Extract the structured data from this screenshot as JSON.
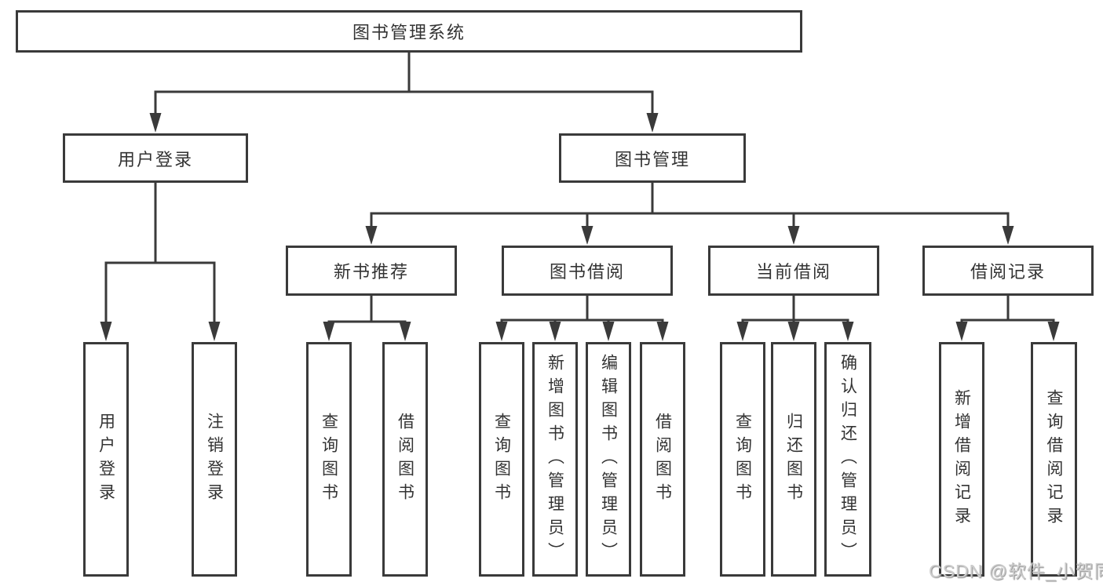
{
  "diagram": {
    "root": {
      "label": "图书管理系统"
    },
    "branches": [
      {
        "label": "用户登录",
        "children": [
          {
            "label": "用户登录"
          },
          {
            "label": "注销登录"
          }
        ]
      },
      {
        "label": "图书管理",
        "children": [
          {
            "label": "新书推荐",
            "children": [
              {
                "label": "查询图书"
              },
              {
                "label": "借阅图书"
              }
            ]
          },
          {
            "label": "图书借阅",
            "children": [
              {
                "label": "查询图书"
              },
              {
                "label": "新增图书（管理员）"
              },
              {
                "label": "编辑图书（管理员）"
              },
              {
                "label": "借阅图书"
              }
            ]
          },
          {
            "label": "当前借阅",
            "children": [
              {
                "label": "查询图书"
              },
              {
                "label": "归还图书"
              },
              {
                "label": "确认归还（管理员）"
              }
            ]
          },
          {
            "label": "借阅记录",
            "children": [
              {
                "label": "新增借阅记录"
              },
              {
                "label": "查询借阅记录"
              }
            ]
          }
        ]
      }
    ]
  },
  "watermark": {
    "text": "CSDN @软件_小贺同学"
  },
  "colors": {
    "line": "#3a3a3a",
    "text": "#333333",
    "background": "#ffffff",
    "watermark": "#cccccc"
  }
}
